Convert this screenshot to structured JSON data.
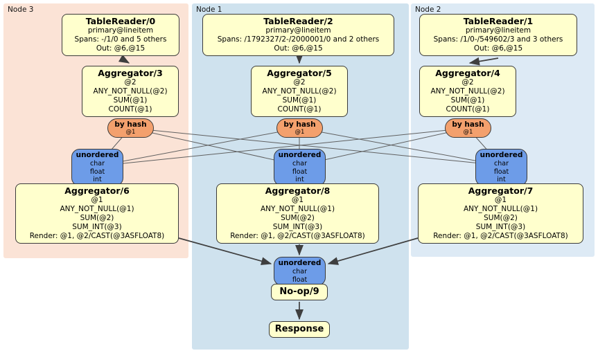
{
  "colors": {
    "region_node3_bg": "#fbe3d6",
    "region_node1_bg": "#cfe2ee",
    "region_node2_bg": "#ddeaf5",
    "processor_fill": "#ffffcd",
    "router_fill": "#f3a06d",
    "sync_fill": "#6d9ce8",
    "edge_color": "#3f3f3f",
    "thin_edge": "#5f5f5f",
    "border_color": "#3a3a3a"
  },
  "regions": {
    "node3": {
      "label": "Node 3"
    },
    "node1": {
      "label": "Node 1"
    },
    "node2": {
      "label": "Node 2"
    }
  },
  "node3": {
    "tablereader": {
      "title": "TableReader/0",
      "lines": [
        "primary@lineitem",
        "Spans: -/1/0 and 5 others",
        "Out: @6,@15"
      ]
    },
    "aggregator_top": {
      "title": "Aggregator/3",
      "lines": [
        "@2",
        "ANY_NOT_NULL(@2)",
        "SUM(@1)",
        "COUNT(@1)"
      ]
    },
    "router": {
      "title": "by hash",
      "subtitle": "@1"
    },
    "sync": {
      "title": "unordered",
      "lines": [
        "char",
        "float",
        "int"
      ]
    },
    "aggregator_bottom": {
      "title": "Aggregator/6",
      "lines": [
        "@1",
        "ANY_NOT_NULL(@1)",
        "SUM(@2)",
        "SUM_INT(@3)",
        "Render: @1, @2/CAST(@3ASFLOAT8)"
      ]
    }
  },
  "node1": {
    "tablereader": {
      "title": "TableReader/2",
      "lines": [
        "primary@lineitem",
        "Spans: /1792327/2-/2000001/0 and 2 others",
        "Out: @6,@15"
      ]
    },
    "aggregator_top": {
      "title": "Aggregator/5",
      "lines": [
        "@2",
        "ANY_NOT_NULL(@2)",
        "SUM(@1)",
        "COUNT(@1)"
      ]
    },
    "router": {
      "title": "by hash",
      "subtitle": "@1"
    },
    "sync": {
      "title": "unordered",
      "lines": [
        "char",
        "float",
        "int"
      ]
    },
    "aggregator_bottom": {
      "title": "Aggregator/8",
      "lines": [
        "@1",
        "ANY_NOT_NULL(@1)",
        "SUM(@2)",
        "SUM_INT(@3)",
        "Render: @1, @2/CAST(@3ASFLOAT8)"
      ]
    }
  },
  "node2": {
    "tablereader": {
      "title": "TableReader/1",
      "lines": [
        "primary@lineitem",
        "Spans: /1/0-/549602/3 and 3 others",
        "Out: @6,@15"
      ]
    },
    "aggregator_top": {
      "title": "Aggregator/4",
      "lines": [
        "@2",
        "ANY_NOT_NULL(@2)",
        "SUM(@1)",
        "COUNT(@1)"
      ]
    },
    "router": {
      "title": "by hash",
      "subtitle": "@1"
    },
    "sync": {
      "title": "unordered",
      "lines": [
        "char",
        "float",
        "int"
      ]
    },
    "aggregator_bottom": {
      "title": "Aggregator/7",
      "lines": [
        "@1",
        "ANY_NOT_NULL(@1)",
        "SUM(@2)",
        "SUM_INT(@3)",
        "Render: @1, @2/CAST(@3ASFLOAT8)"
      ]
    }
  },
  "output": {
    "sync": {
      "title": "unordered",
      "lines": [
        "char",
        "float"
      ]
    },
    "noop": {
      "title": "No-op/9"
    },
    "response": {
      "title": "Response"
    }
  }
}
